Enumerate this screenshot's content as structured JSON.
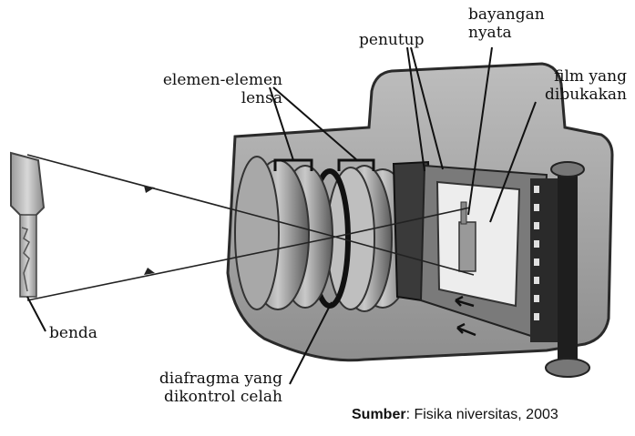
{
  "labels": {
    "elemen_line1": "elemen-elemen",
    "elemen_line2": "lensa",
    "penutup": "penutup",
    "bayangan_line1": "bayangan",
    "bayangan_line2": "nyata",
    "film_line1": "film yang",
    "film_line2": "dibukakan",
    "benda": "benda",
    "diafragma_line1": "diafragma yang",
    "diafragma_line2": "dikontrol celah"
  },
  "source": {
    "prefix": "Sumber",
    "text": ": Fisika   niversitas, 2003"
  }
}
